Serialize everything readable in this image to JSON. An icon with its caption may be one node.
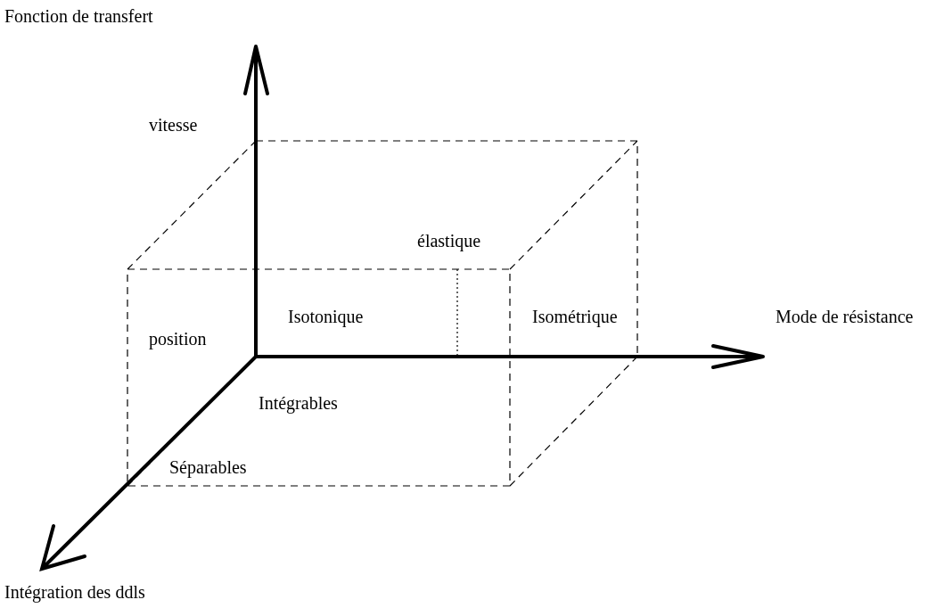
{
  "diagram": {
    "labels": [
      "Fonction de transfert",
      "vitesse",
      "élastique",
      "position",
      "Isotonique",
      "Isométrique",
      "Mode de résistance",
      "Intégrables",
      "Séparables",
      "Intégration des ddls"
    ]
  }
}
